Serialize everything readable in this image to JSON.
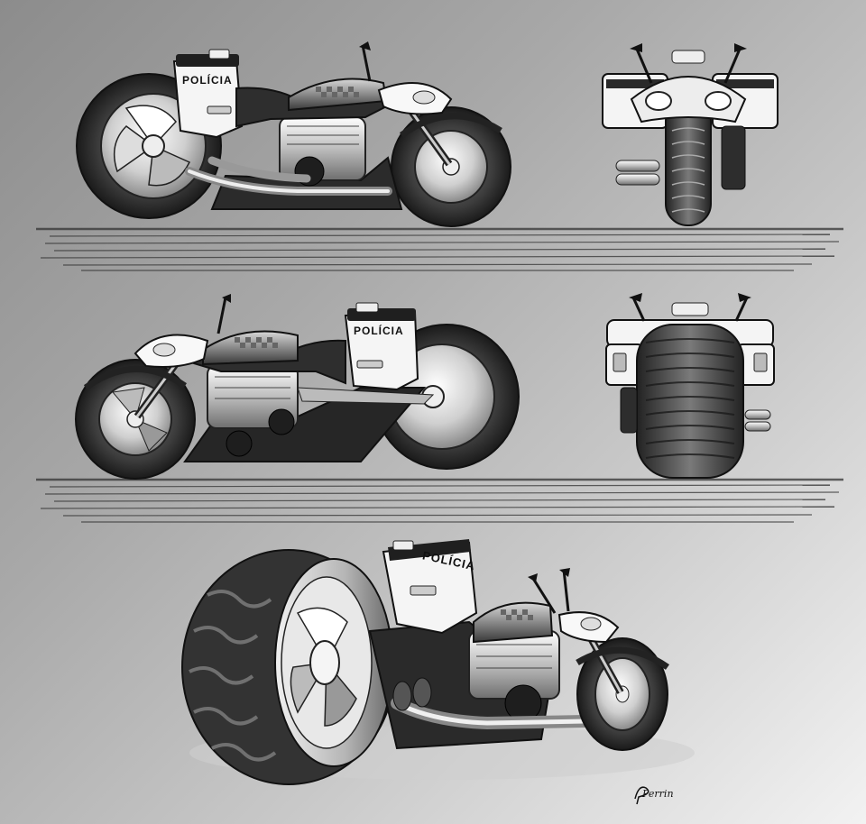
{
  "sheet": {
    "views": [
      {
        "name": "side-view-left",
        "plate_text": "POLÍCIA"
      },
      {
        "name": "front-view",
        "plate_text": ""
      },
      {
        "name": "side-view-right",
        "plate_text": "POLÍCIA"
      },
      {
        "name": "rear-view",
        "plate_text": ""
      },
      {
        "name": "three-quarter-view",
        "plate_text": "POLÍCIA"
      }
    ],
    "signature": "Perrin"
  },
  "colors": {
    "ink": "#111111",
    "chrome": "#e6e6e6",
    "tire": "#3a3a3a",
    "panel": "#f4f4f4",
    "frame": "#2a2a2a"
  }
}
